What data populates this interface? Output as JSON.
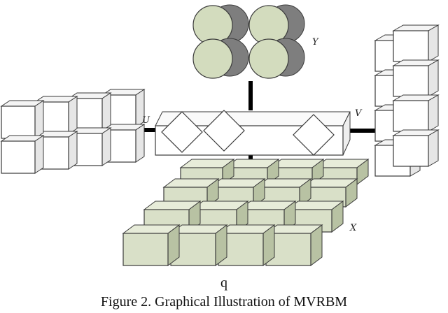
{
  "figure": {
    "labels": {
      "y": "Y",
      "u": "U",
      "v": "V",
      "x": "X"
    },
    "marker": "q",
    "caption": "Figure 2. Graphical Illustration of MVRBM"
  },
  "colors": {
    "cube_face": "#ffffff",
    "cube_x_front": "#d9e0c8",
    "cube_x_top": "#e7ecd9",
    "cube_x_side": "#b8c2a3",
    "circle_light": "#d3dcbe",
    "circle_dark": "#7e7e7e",
    "edge": "#3a3a3a",
    "connector": "#000000"
  }
}
